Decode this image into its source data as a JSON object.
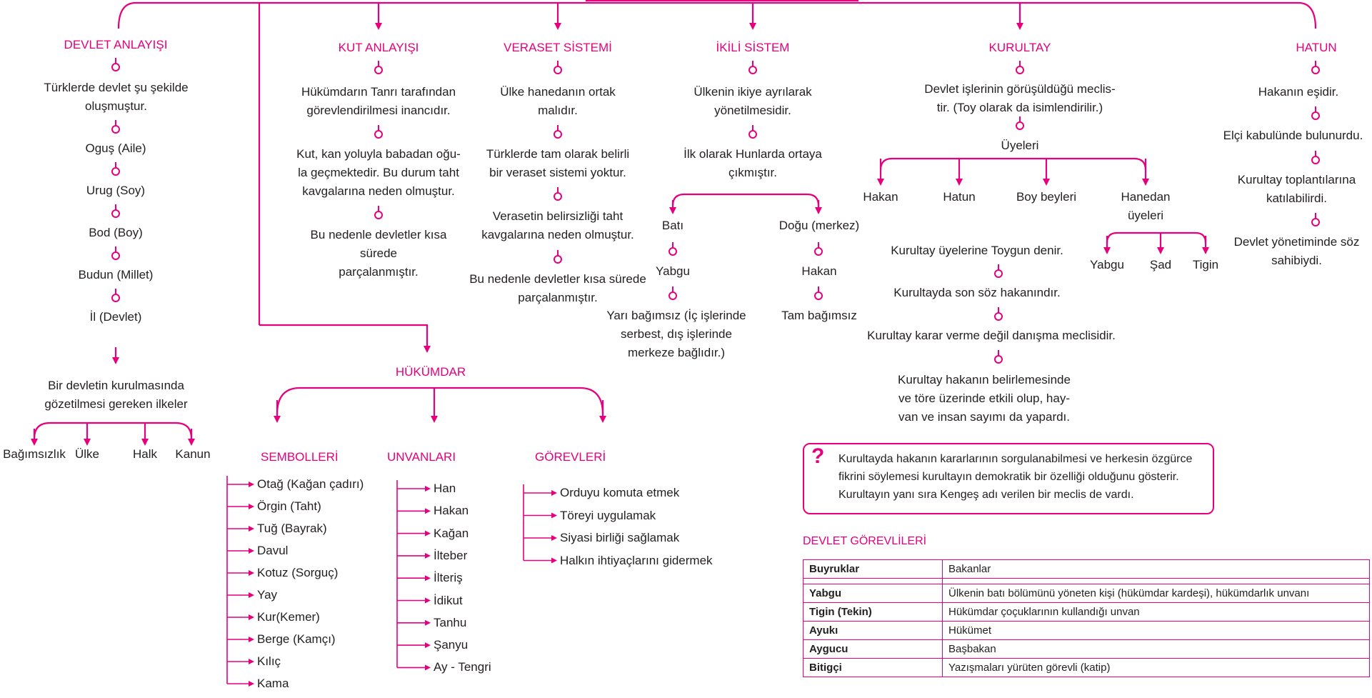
{
  "colors": {
    "accent": "#e6007e",
    "text": "#231f20"
  },
  "devlet_anlayisi": {
    "title": "DEVLET ANLAYIŞI",
    "intro": [
      "Türklerde devlet şu şekilde",
      "oluşmuştur."
    ],
    "chain": [
      "Oguş (Aile)",
      "Urug (Soy)",
      "Bod (Boy)",
      "Budun (Millet)",
      "İl (Devlet)"
    ],
    "principles_title": [
      "Bir devletin kurulmasında",
      "gözetilmesi gereken ilkeler"
    ],
    "principles": [
      "Bağımsızlık",
      "Ülke",
      "Halk",
      "Kanun"
    ]
  },
  "kut": {
    "title": "KUT ANLAYIŞI",
    "items": [
      [
        "Hükümdarın Tanrı tarafından",
        "görevlendirilmesi inancıdır."
      ],
      [
        "Kut, kan yoluyla babadan oğu-",
        "la geçmektedir. Bu durum taht",
        "kavgalarına neden olmuştur."
      ],
      [
        "Bu nedenle devletler kısa",
        "sürede",
        "parçalanmıştır."
      ]
    ]
  },
  "veraset": {
    "title": "VERASET SİSTEMİ",
    "items": [
      [
        "Ülke hanedanın ortak",
        "malıdır."
      ],
      [
        "Türklerde tam olarak belirli",
        "bir veraset sistemi yoktur."
      ],
      [
        "Verasetin belirsizliği taht",
        "kavgalarına neden olmuştur."
      ],
      [
        "Bu nedenle devletler kısa sürede",
        "parçalanmıştır."
      ]
    ]
  },
  "ikili": {
    "title": "İKİLİ SİSTEM",
    "items": [
      [
        "Ülkenin ikiye ayrılarak",
        "yönetilmesidir."
      ],
      [
        "İlk olarak Hunlarda ortaya",
        "çıkmıştır."
      ]
    ],
    "west": {
      "label": "Batı",
      "ruler": "Yabgu",
      "status": [
        "Yarı bağımsız (İç işlerinde",
        "serbest, dış işlerinde",
        "merkeze bağlıdır.)"
      ]
    },
    "east": {
      "label": "Doğu (merkez)",
      "ruler": "Hakan",
      "status": [
        "Tam bağımsız"
      ]
    }
  },
  "kurultay": {
    "title": "KURULTAY",
    "definition": [
      "Devlet işlerinin görüşüldüğü meclis-",
      "tir. (Toy olarak da isimlendirilir.)"
    ],
    "members_title": "Üyeleri",
    "members": [
      "Hakan",
      "Hatun",
      "Boy beyleri",
      "Hanedan",
      "üyeleri"
    ],
    "dynasty_members": [
      "Yabgu",
      "Şad",
      "Tigin"
    ],
    "facts": [
      [
        "Kurultay üyelerine Toygun denir."
      ],
      [
        "Kurultayda son söz hakanındır."
      ],
      [
        "Kurultay karar verme değil danışma meclisidir."
      ],
      [
        "Kurultay hakanın belirlemesinde",
        "ve töre üzerinde etkili olup, hay-",
        "van ve insan sayımı da yapardı."
      ]
    ]
  },
  "hatun": {
    "title": "HATUN",
    "items": [
      [
        "Hakanın eşidir."
      ],
      [
        "Elçi kabulünde bulunurdu."
      ],
      [
        "Kurultay toplantılarına",
        "katılabilirdi."
      ],
      [
        "Devlet yönetiminde söz",
        "sahibiydi."
      ]
    ]
  },
  "hukumdar": {
    "title": "HÜKÜMDAR",
    "symbols_title": "SEMBOLLERİ",
    "symbols": [
      "Otağ (Kağan çadırı)",
      "Örgin (Taht)",
      "Tuğ (Bayrak)",
      "Davul",
      "Kotuz (Sorguç)",
      "Yay",
      "Kur(Kemer)",
      "Berge (Kamçı)",
      "Kılıç",
      "Kama"
    ],
    "titles_title": "UNVANLARI",
    "titles": [
      "Han",
      "Hakan",
      "Kağan",
      "İlteber",
      "İlteriş",
      "İdikut",
      "Tanhu",
      "Şanyu",
      "Ay - Tengri"
    ],
    "duties_title": "GÖREVLERİ",
    "duties": [
      "Orduyu komuta etmek",
      "Töreyi uygulamak",
      "Siyasi birliği sağlamak",
      "Halkın ihtiyaçlarını gidermek"
    ]
  },
  "note": {
    "icon": "question-mark-icon",
    "lines": [
      "Kurultayda hakanın kararlarının sorgulanabilmesi ve herkesin özgürce",
      "fikrini söylemesi kurultayın demokratik bir özelliği olduğunu gösterir.",
      "Kurultayın yanı sıra Kengeş adı verilen bir meclis de vardı."
    ]
  },
  "officials": {
    "title": "DEVLET GÖREVLİLERİ",
    "rows": [
      [
        "Buyruklar",
        "Bakanlar"
      ],
      [
        "Yabgu",
        "Ülkenin batı bölümünü yöneten kişi (hükümdar kardeşi), hükümdarlık unvanı"
      ],
      [
        "Tigin (Tekin)",
        "Hükümdar çoçuklarının kullandığı unvan"
      ],
      [
        "Ayukı",
        "Hükümet"
      ],
      [
        "Aygucu",
        "Başbakan"
      ],
      [
        "Bitigçi",
        "Yazışmaları yürüten görevli (katip)"
      ]
    ]
  }
}
